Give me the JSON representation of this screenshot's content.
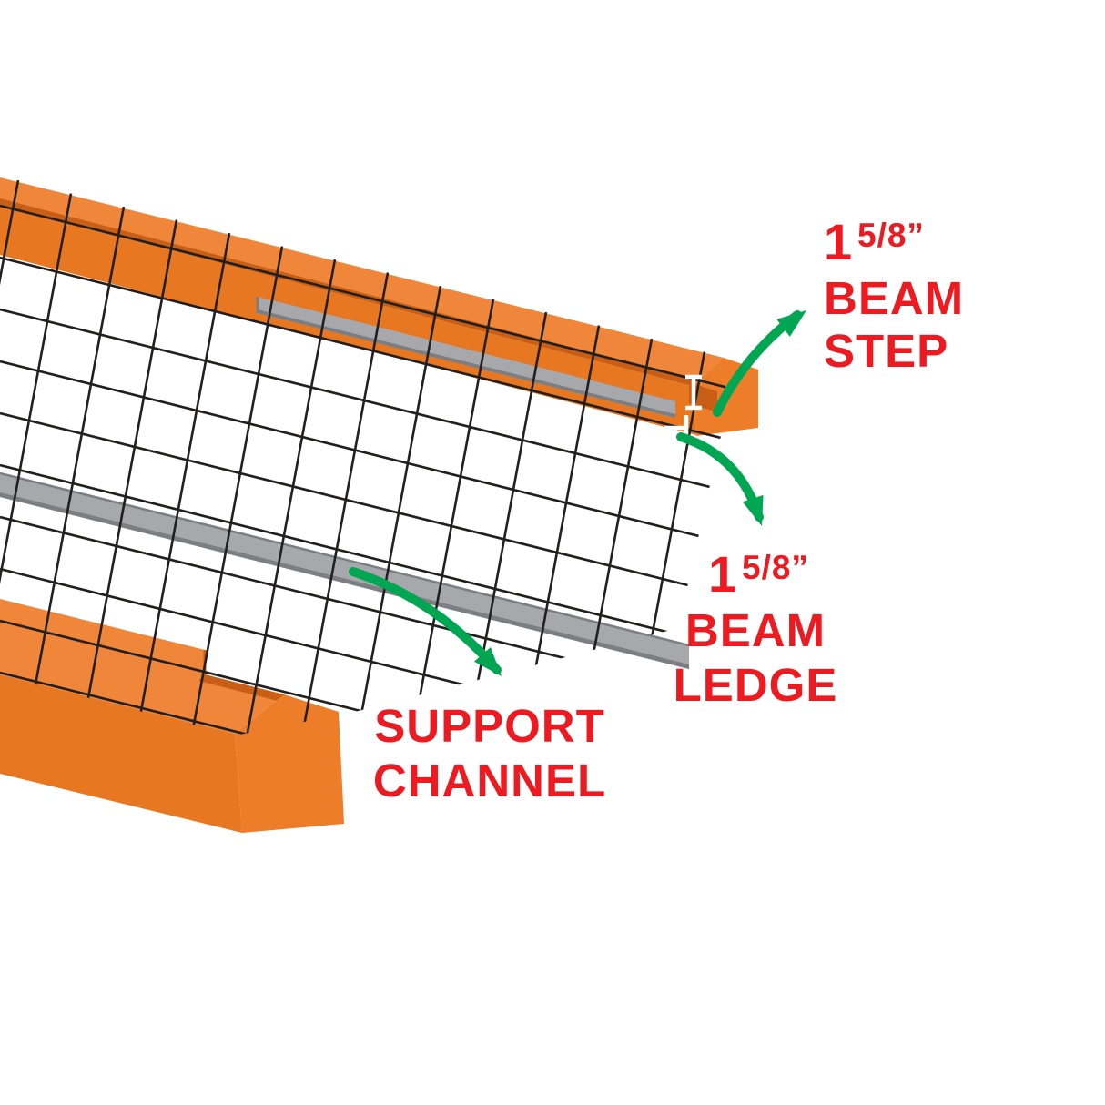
{
  "colors": {
    "background": "#FFFFFF",
    "beam_top": "#F0863A",
    "beam_front": "#E87722",
    "beam_end": "#ED7D28",
    "beam_shadow": "#C95F17",
    "channel": "#A6A8AB",
    "channel_edge": "#7C7E81",
    "wire": "#221F1F",
    "arrow": "#00A651",
    "label": "#EC1B21",
    "dimension_mark": "#FFFFFF"
  },
  "callouts": {
    "beam_step": {
      "number": "1",
      "fraction": "5/8”",
      "word1": "BEAM",
      "word2": "STEP"
    },
    "beam_ledge": {
      "number": "1",
      "fraction": "5/8”",
      "word1": "BEAM",
      "word2": "LEDGE"
    },
    "support_channel": {
      "word1": "SUPPORT",
      "word2": "CHANNEL"
    }
  }
}
